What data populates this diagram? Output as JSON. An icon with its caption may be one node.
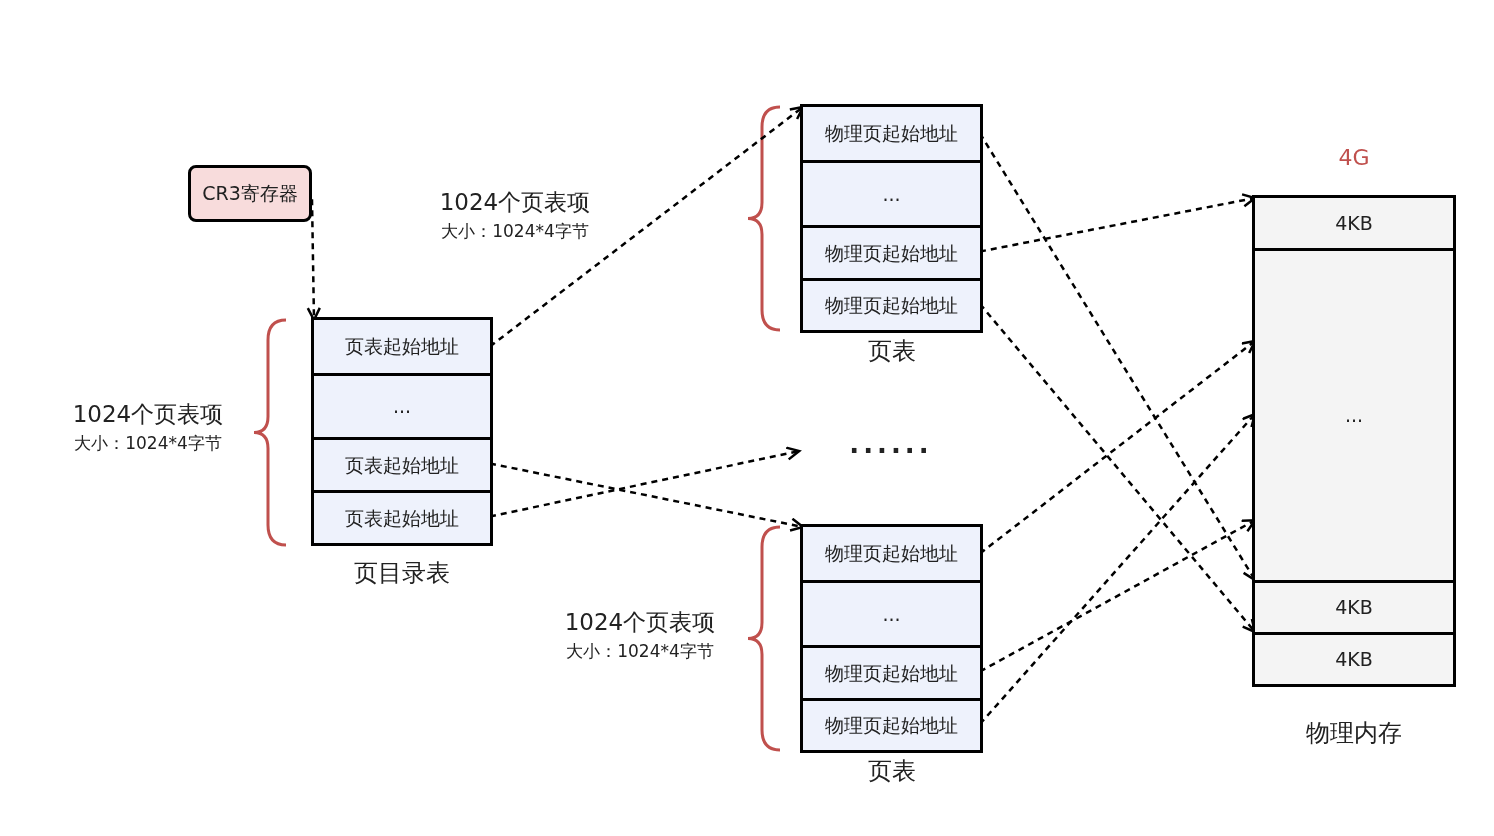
{
  "diagram": {
    "nodes": [
      {
        "text": [
          "CR3寄存器"
        ]
      },
      {
        "text": [],
        "shape": "box",
        "beside": [
          "页目录表"
        ]
      },
      {
        "text": [
          "页表起始地址"
        ],
        "in": 1
      },
      {
        "text": [
          "..."
        ],
        "in": 1
      },
      {
        "text": [
          "页表起始地址"
        ],
        "in": 1
      },
      {
        "text": [
          "页表起始地址"
        ],
        "in": 1
      },
      {
        "text": [],
        "shape": "box",
        "beside": [
          "页表"
        ]
      },
      {
        "text": [
          "物理页起始地址"
        ],
        "in": 6
      },
      {
        "text": [
          "..."
        ],
        "in": 6
      },
      {
        "text": [
          "物理页起始地址"
        ],
        "in": 6
      },
      {
        "text": [
          "物理页起始地址"
        ],
        "in": 6
      },
      {
        "text": [
          "······"
        ]
      },
      {
        "text": [],
        "shape": "box",
        "beside": [
          "页表"
        ]
      },
      {
        "text": [
          "物理页起始地址"
        ],
        "in": 12
      },
      {
        "text": [
          "..."
        ],
        "in": 12
      },
      {
        "text": [
          "物理页起始地址"
        ],
        "in": 12
      },
      {
        "text": [
          "物理页起始地址"
        ],
        "in": 12
      },
      {
        "text": [],
        "shape": "box",
        "beside": [
          "4G",
          "物理内存"
        ]
      },
      {
        "text": [
          "4KB"
        ],
        "in": 17
      },
      {
        "text": [
          "..."
        ],
        "in": 17
      },
      {
        "text": [
          "4KB"
        ],
        "in": 17
      },
      {
        "text": [
          "4KB"
        ],
        "in": 17
      }
    ],
    "edges": [
      {
        "from": 0,
        "to": 1,
        "arrow": "to",
        "style": "dashed"
      },
      {
        "from": 2,
        "to": 6,
        "arrow": "to",
        "style": "dashed"
      },
      {
        "from": 4,
        "to": 12,
        "arrow": "to",
        "style": "dashed"
      },
      {
        "from": 5,
        "to": 11,
        "arrow": "to",
        "style": "dashed"
      },
      {
        "from": 7,
        "to": 20,
        "arrow": "to",
        "style": "dashed"
      },
      {
        "from": 9,
        "to": 18,
        "arrow": "to",
        "style": "dashed"
      },
      {
        "from": 10,
        "to": 21,
        "arrow": "to",
        "style": "dashed"
      },
      {
        "from": 13,
        "to": 19,
        "arrow": "to",
        "style": "dashed"
      },
      {
        "from": 15,
        "to": 19,
        "arrow": "to",
        "style": "dashed"
      },
      {
        "from": 16,
        "to": 19,
        "arrow": "to",
        "style": "dashed"
      }
    ],
    "labels": [
      "1024个页表项",
      "大小：1024*4字节",
      "1024个页表项",
      "大小：1024*4字节",
      "1024个页表项",
      "大小：1024*4字节"
    ]
  }
}
